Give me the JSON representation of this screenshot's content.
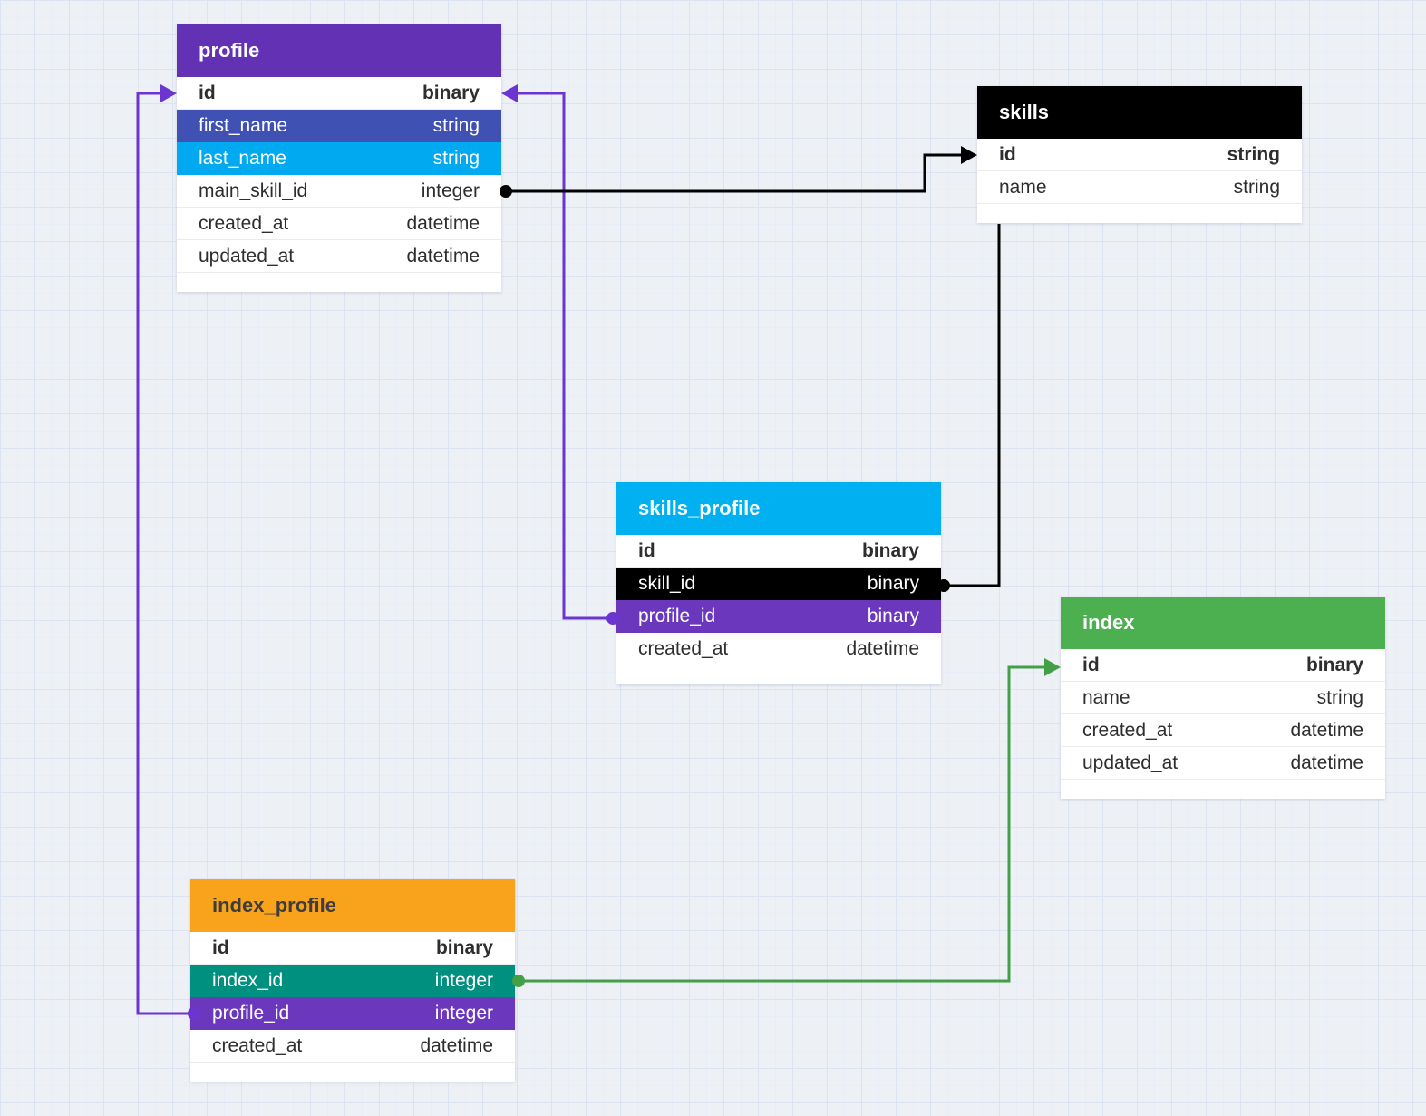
{
  "diagram": {
    "tables": [
      {
        "name": "profile",
        "header_color_key": "purple-header",
        "columns": [
          {
            "name": "id",
            "type": "binary",
            "key": true,
            "highlight": null
          },
          {
            "name": "first_name",
            "type": "string",
            "key": false,
            "highlight": "indigo"
          },
          {
            "name": "last_name",
            "type": "string",
            "key": false,
            "highlight": "cyan"
          },
          {
            "name": "main_skill_id",
            "type": "integer",
            "key": false,
            "highlight": null
          },
          {
            "name": "created_at",
            "type": "datetime",
            "key": false,
            "highlight": null
          },
          {
            "name": "updated_at",
            "type": "datetime",
            "key": false,
            "highlight": null
          }
        ]
      },
      {
        "name": "skills",
        "header_color_key": "black",
        "columns": [
          {
            "name": "id",
            "type": "string",
            "key": true,
            "highlight": null
          },
          {
            "name": "name",
            "type": "string",
            "key": false,
            "highlight": null
          }
        ]
      },
      {
        "name": "skills_profile",
        "header_color_key": "cyan-header",
        "columns": [
          {
            "name": "id",
            "type": "binary",
            "key": true,
            "highlight": null
          },
          {
            "name": "skill_id",
            "type": "binary",
            "key": false,
            "highlight": "black"
          },
          {
            "name": "profile_id",
            "type": "binary",
            "key": false,
            "highlight": "purple"
          },
          {
            "name": "created_at",
            "type": "datetime",
            "key": false,
            "highlight": null
          }
        ]
      },
      {
        "name": "index",
        "header_color_key": "green-header",
        "columns": [
          {
            "name": "id",
            "type": "binary",
            "key": true,
            "highlight": null
          },
          {
            "name": "name",
            "type": "string",
            "key": false,
            "highlight": null
          },
          {
            "name": "created_at",
            "type": "datetime",
            "key": false,
            "highlight": null
          },
          {
            "name": "updated_at",
            "type": "datetime",
            "key": false,
            "highlight": null
          }
        ]
      },
      {
        "name": "index_profile",
        "header_color_key": "orange-header",
        "columns": [
          {
            "name": "id",
            "type": "binary",
            "key": true,
            "highlight": null
          },
          {
            "name": "index_id",
            "type": "integer",
            "key": false,
            "highlight": "teal"
          },
          {
            "name": "profile_id",
            "type": "integer",
            "key": false,
            "highlight": "purple"
          },
          {
            "name": "created_at",
            "type": "datetime",
            "key": false,
            "highlight": null
          }
        ]
      }
    ],
    "relations": [
      {
        "from": "profile.main_skill_id",
        "to": "skills.id",
        "color_key": "black",
        "arrow": true
      },
      {
        "from": "skills_profile.skill_id",
        "to": "skills",
        "color_key": "black",
        "arrow": false
      },
      {
        "from": "skills_profile.profile_id",
        "to": "profile.id",
        "color_key": "purple-line",
        "arrow": true
      },
      {
        "from": "index_profile.profile_id",
        "to": "profile.id",
        "color_key": "purple-line",
        "arrow": true
      },
      {
        "from": "index_profile.index_id",
        "to": "index.id",
        "color_key": "green-line",
        "arrow": true
      }
    ]
  },
  "colors": {
    "canvas-bg": "#edf0f5",
    "grid-minor": "#e9edf7",
    "grid-major": "#dce3f2",
    "purple-header": "#6331b4",
    "purple-row": "#6b38bd",
    "purple-line": "#6d35cf",
    "indigo-row": "#3f51b2",
    "cyan-header": "#00b0f0",
    "cyan-row": "#00a9f0",
    "black": "#000000",
    "green-header": "#4caf50",
    "green-line": "#43a047",
    "teal-row": "#00907f",
    "orange-header": "#f9a21b",
    "row-text": "#2e2e2e",
    "divider": "#ebebeb"
  }
}
